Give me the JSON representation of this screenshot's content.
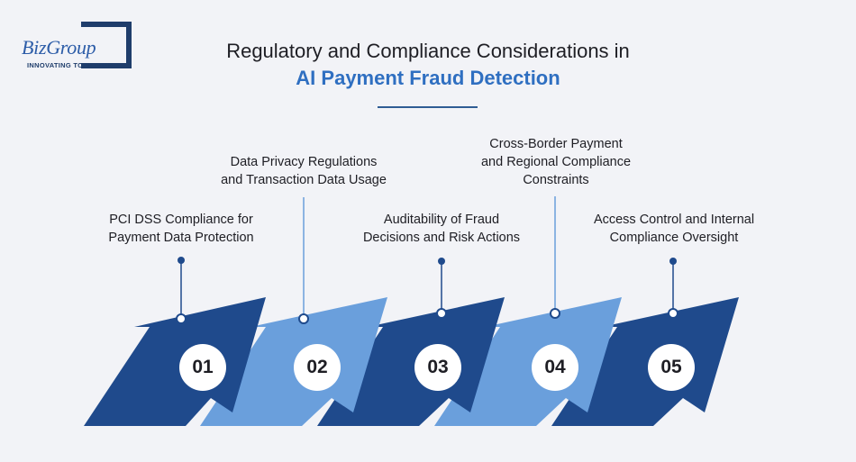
{
  "logo": {
    "name": "BizGroup",
    "tagline": "INNOVATING TOGETHER"
  },
  "header": {
    "title": "Regulatory and Compliance Considerations in",
    "subtitle": "AI Payment Fraud Detection"
  },
  "colors": {
    "dark": "#1f4a8c",
    "light": "#6a9fdc",
    "accent": "#2f6fc1"
  },
  "steps": [
    {
      "number": "01",
      "line1": "PCI DSS Compliance for",
      "line2": "Payment Data Protection",
      "line3": ""
    },
    {
      "number": "02",
      "line1": "Data Privacy Regulations",
      "line2": "and Transaction Data Usage",
      "line3": ""
    },
    {
      "number": "03",
      "line1": "Auditability of Fraud",
      "line2": "Decisions and Risk Actions",
      "line3": ""
    },
    {
      "number": "04",
      "line1": "Cross-Border Payment",
      "line2": "and Regional Compliance",
      "line3": "Constraints"
    },
    {
      "number": "05",
      "line1": "Access Control and Internal",
      "line2": "Compliance Oversight",
      "line3": ""
    }
  ]
}
